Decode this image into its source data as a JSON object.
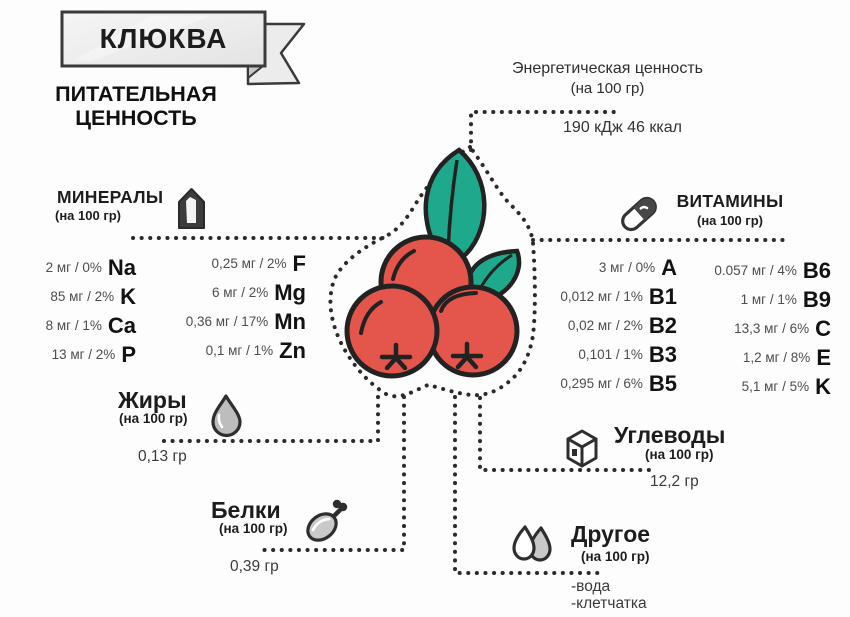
{
  "banner": {
    "title": "КЛЮКВА"
  },
  "subtitle": {
    "line1": "ПИТАТЕЛЬНАЯ",
    "line2": "ЦЕННОСТЬ"
  },
  "energy": {
    "title": "Энергетическая ценность",
    "per": "(на 100 гр)",
    "value": "190 кДж 46 ккал"
  },
  "minerals": {
    "title": "МИНЕРАЛЫ",
    "per": "(на 100 гр)",
    "icon": "crystal-icon",
    "col1": [
      {
        "amount": "2 мг / 0%",
        "symbol": "Na"
      },
      {
        "amount": "85 мг / 2%",
        "symbol": "K"
      },
      {
        "amount": "8 мг / 1%",
        "symbol": "Ca"
      },
      {
        "amount": "13 мг / 2%",
        "symbol": "P"
      }
    ],
    "col2": [
      {
        "amount": "0,25 мг / 2%",
        "symbol": "F"
      },
      {
        "amount": "6 мг / 2%",
        "symbol": "Mg"
      },
      {
        "amount": "0,36 мг / 17%",
        "symbol": "Mn"
      },
      {
        "amount": "0,1 мг / 1%",
        "symbol": "Zn"
      }
    ]
  },
  "vitamins": {
    "title": "ВИТАМИНЫ",
    "per": "(на 100 гр)",
    "icon": "pill-icon",
    "col1": [
      {
        "amount": "3 мг / 0%",
        "symbol": "A"
      },
      {
        "amount": "0,012 мг / 1%",
        "symbol": "B1"
      },
      {
        "amount": "0,02 мг / 2%",
        "symbol": "B2"
      },
      {
        "amount": "0,101 / 1%",
        "symbol": "B3"
      },
      {
        "amount": "0,295 мг / 6%",
        "symbol": "B5"
      }
    ],
    "col2": [
      {
        "amount": "0.057 мг / 4%",
        "symbol": "B6"
      },
      {
        "amount": "1 мг / 1%",
        "symbol": "B9"
      },
      {
        "amount": "13,3 мг / 6%",
        "symbol": "C"
      },
      {
        "amount": "1,2 мг / 8%",
        "symbol": "E"
      },
      {
        "amount": "5,1 мг / 5%",
        "symbol": "K"
      }
    ]
  },
  "fats": {
    "title": "Жиры",
    "per": "(на 100 гр)",
    "value": "0,13 гр",
    "icon": "water-drop-icon"
  },
  "proteins": {
    "title": "Белки",
    "per": "(на 100 гр)",
    "value": "0,39 гр",
    "icon": "drumstick-icon"
  },
  "carbs": {
    "title": "Углеводы",
    "per": "(на 100 гр)",
    "value": "12,2 гр",
    "icon": "sugar-cube-icon"
  },
  "other": {
    "title": "Другое",
    "per": "(на 100 гр)",
    "items": [
      "-вода",
      "-клетчатка"
    ],
    "icon": "seeds-icon"
  },
  "colors": {
    "berry_red": "#e4554c",
    "leaf_green": "#1ea88c",
    "ink": "#262626"
  }
}
